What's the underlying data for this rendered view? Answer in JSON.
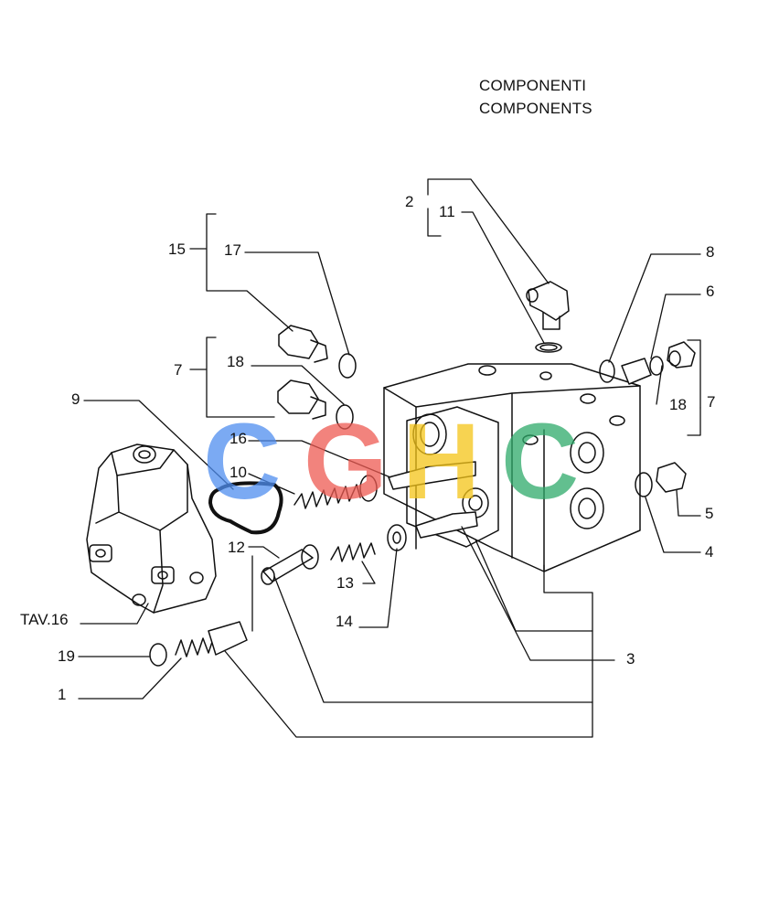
{
  "header": {
    "line1": "COMPONENTI",
    "line2": "COMPONENTS"
  },
  "watermark": {
    "letters": [
      "C",
      "G",
      "H",
      "C"
    ],
    "colors": [
      "#4f8ef0",
      "#ee5a52",
      "#f5c518",
      "#2eaa6a"
    ]
  },
  "callouts": {
    "c1": "1",
    "c2": "2",
    "c3": "3",
    "c4": "4",
    "c5": "5",
    "c6": "6",
    "c7a": "7",
    "c7b": "7",
    "c8": "8",
    "c9": "9",
    "c10": "10",
    "c11": "11",
    "c12": "12",
    "c13": "13",
    "c14": "14",
    "c15": "15",
    "c16": "16",
    "c17": "17",
    "c18a": "18",
    "c18b": "18",
    "c19": "19",
    "tav": "TAV.16"
  }
}
